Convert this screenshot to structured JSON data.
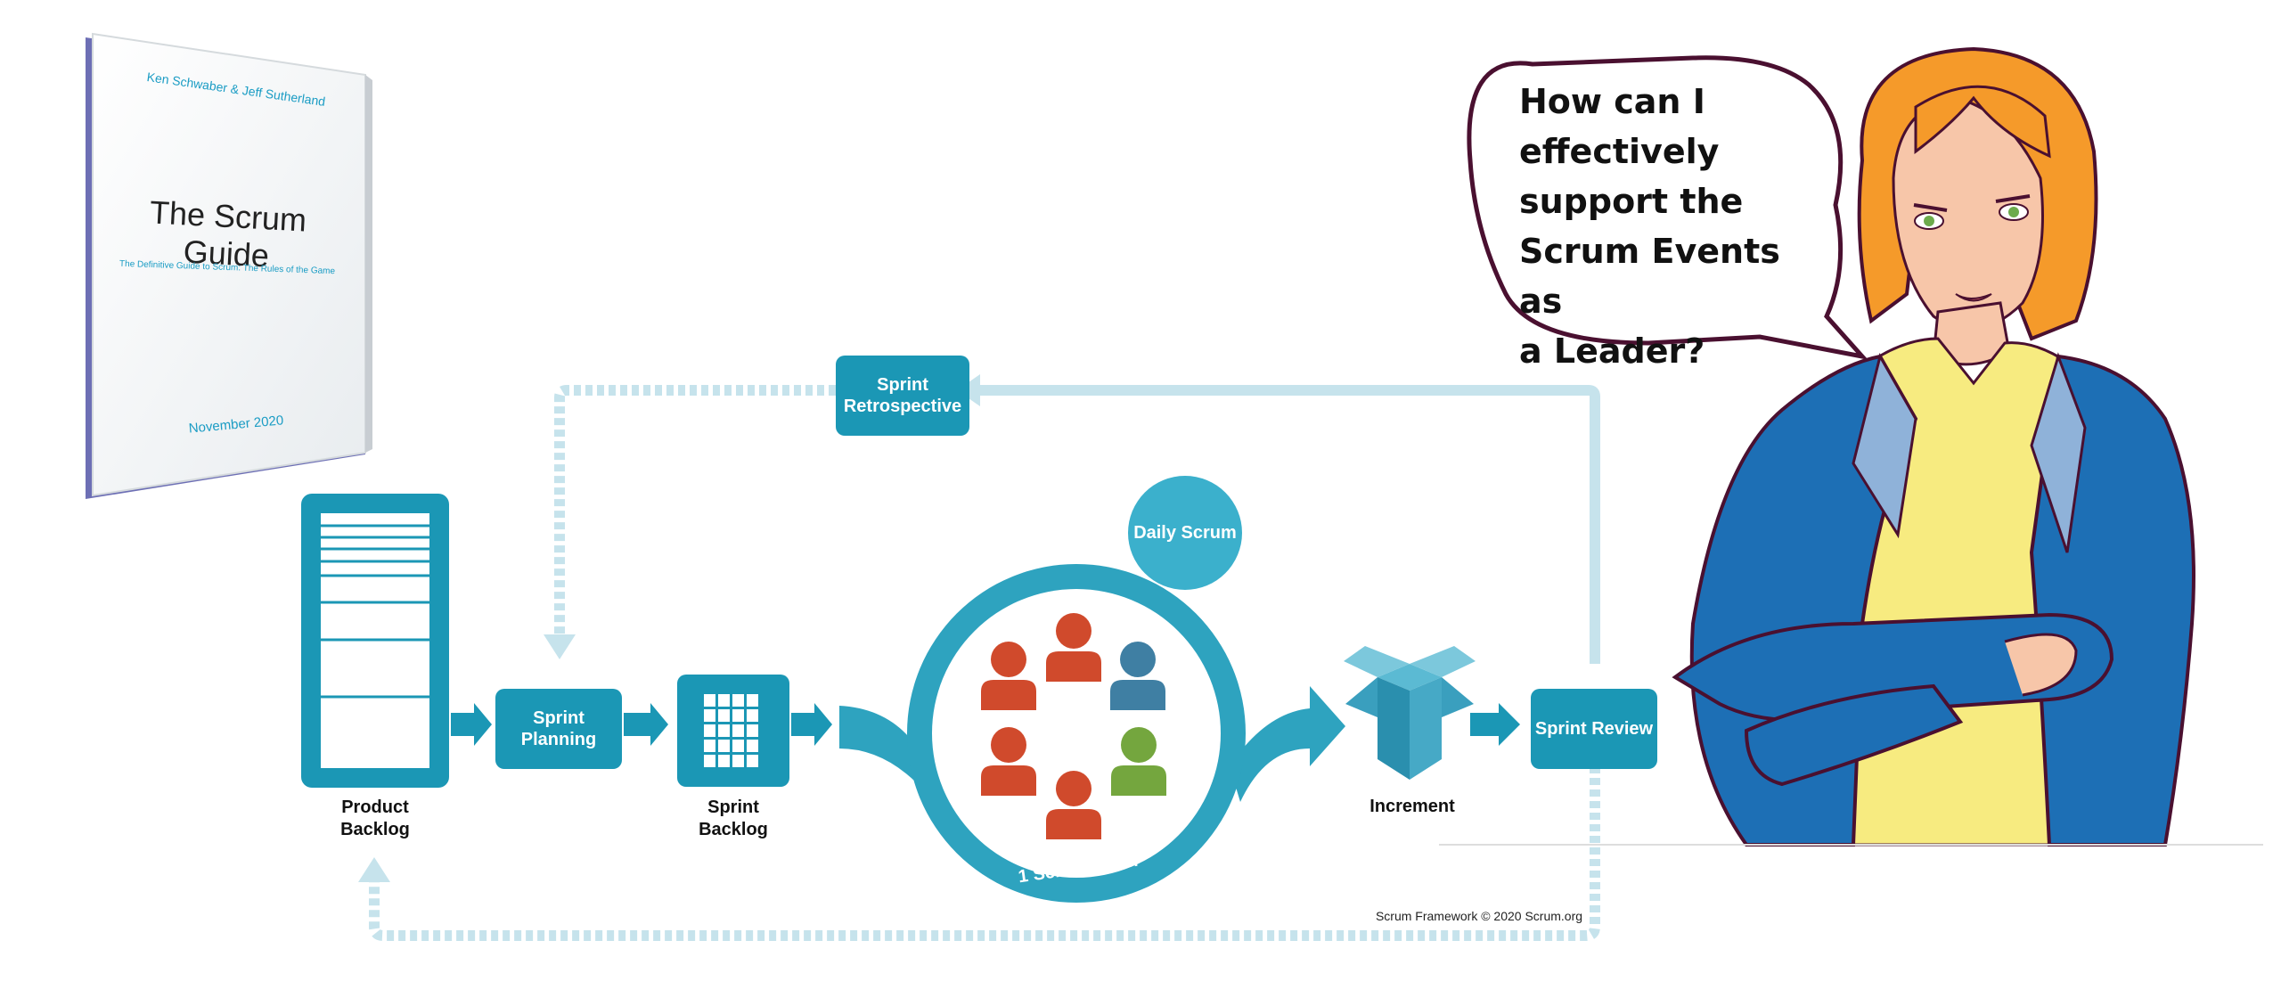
{
  "book": {
    "authors": "Ken Schwaber & Jeff Sutherland",
    "title": "The Scrum Guide",
    "subtitle": "The Definitive Guide to Scrum: The Rules of the Game",
    "date": "November 2020"
  },
  "diagram": {
    "product_backlog": "Product Backlog",
    "sprint_planning": "Sprint Planning",
    "sprint_backlog": "Sprint Backlog",
    "daily_scrum": "Daily Scrum",
    "scrum_team": "1 Scrum Team",
    "increment": "Increment",
    "sprint_review": "Sprint Review",
    "sprint_retrospective": "Sprint Retrospective",
    "copyright": "Scrum Framework © 2020 Scrum.org"
  },
  "speech_bubble": {
    "lines": [
      "How can I",
      "effectively",
      "support the",
      "Scrum Events as",
      "a Leader?"
    ]
  },
  "colors": {
    "primary_teal": "#1b97b5",
    "loop_light": "#c6e3ec",
    "person_red": "#d04a2c",
    "person_blue": "#3f7fa3",
    "person_green": "#74a63e"
  }
}
